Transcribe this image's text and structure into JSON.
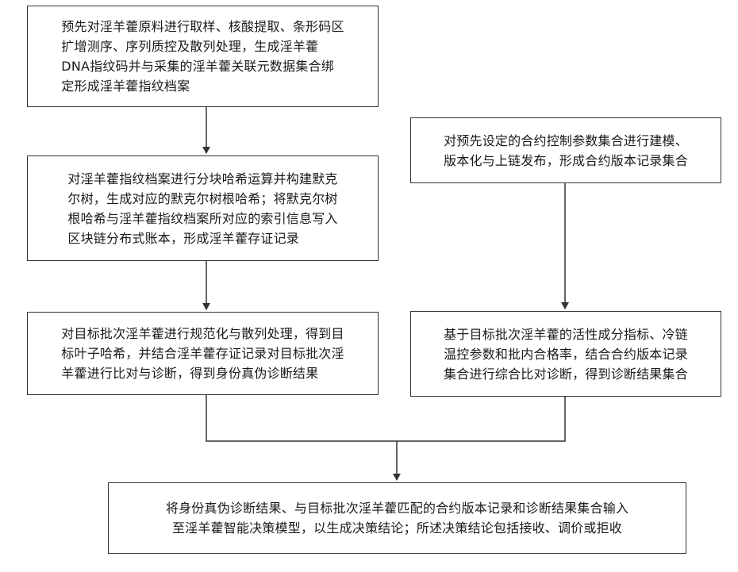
{
  "diagram": {
    "nodes": {
      "step1": {
        "text": "预先对淫羊藿原料进行取样、核酸提取、条形码区\n扩增测序、序列质控及散列处理，生成淫羊藿\nDNA指纹码并与采集的淫羊藿关联元数据集合绑\n定形成淫羊藿指纹档案"
      },
      "step2": {
        "text": "对淫羊藿指纹档案进行分块哈希运算并构建默克\n尔树，生成对应的默克尔树根哈希；将默克尔树\n根哈希与淫羊藿指纹档案所对应的索引信息写入\n区块链分布式账本，形成淫羊藿存证记录"
      },
      "step3": {
        "text": "对目标批次淫羊藿进行规范化与散列处理，得到目\n标叶子哈希，并结合淫羊藿存证记录对目标批次淫\n羊藿进行比对与诊断，得到身份真伪诊断结果"
      },
      "contract": {
        "text": "对预先设定的合约控制参数集合进行建模、\n版本化与上链发布，形成合约版本记录集合"
      },
      "diagnosis": {
        "text": "基于目标批次淫羊藿的活性成分指标、冷链\n温控参数和批内合格率，结合合约版本记录\n集合进行综合比对诊断，得到诊断结果集合"
      },
      "decision": {
        "text": "将身份真伪诊断结果、与目标批次淫羊藿匹配的合约版本记录和诊断结果集合输入\n至淫羊藿智能决策模型，以生成决策结论；所述决策结论包括接收、调价或拒收"
      }
    }
  }
}
